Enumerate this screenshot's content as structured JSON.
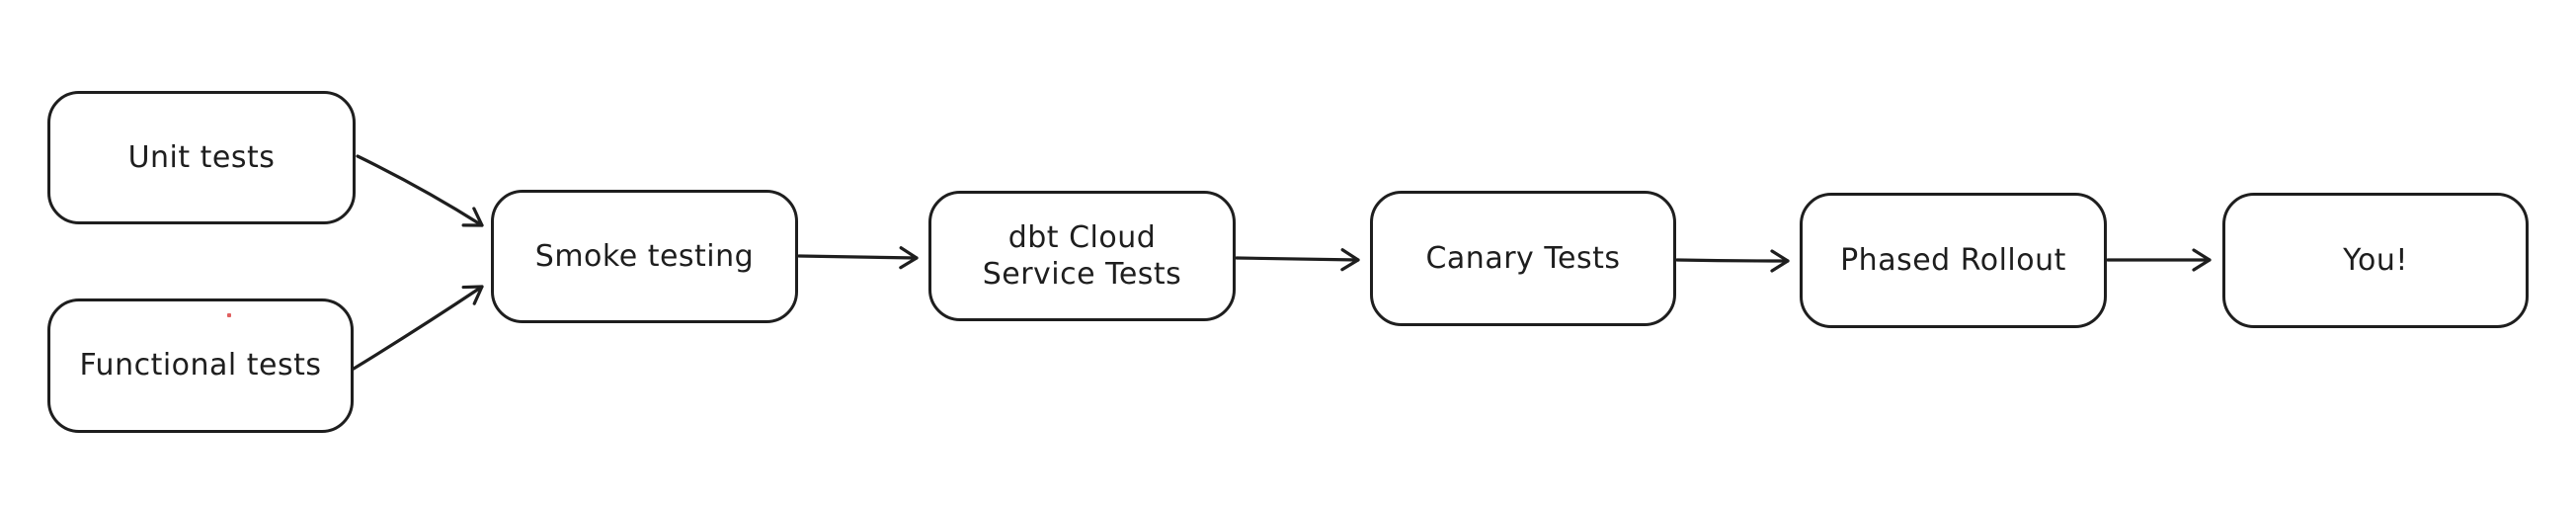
{
  "diagram": {
    "type": "flowchart",
    "style": "hand-drawn",
    "background_color": "#ffffff",
    "stroke_color": "#1e1e1e",
    "nodes": [
      {
        "id": "unit-tests",
        "label": "Unit tests"
      },
      {
        "id": "functional-tests",
        "label": "Functional tests"
      },
      {
        "id": "smoke-testing",
        "label": "Smoke testing"
      },
      {
        "id": "dbt-cloud-service-tests",
        "label": "dbt Cloud Service Tests"
      },
      {
        "id": "canary-tests",
        "label": "Canary Tests"
      },
      {
        "id": "phased-rollout",
        "label": "Phased Rollout"
      },
      {
        "id": "you",
        "label": "You!"
      }
    ],
    "edges": [
      {
        "from": "unit-tests",
        "to": "smoke-testing"
      },
      {
        "from": "functional-tests",
        "to": "smoke-testing"
      },
      {
        "from": "smoke-testing",
        "to": "dbt-cloud-service-tests"
      },
      {
        "from": "dbt-cloud-service-tests",
        "to": "canary-tests"
      },
      {
        "from": "canary-tests",
        "to": "phased-rollout"
      },
      {
        "from": "phased-rollout",
        "to": "you"
      }
    ]
  }
}
